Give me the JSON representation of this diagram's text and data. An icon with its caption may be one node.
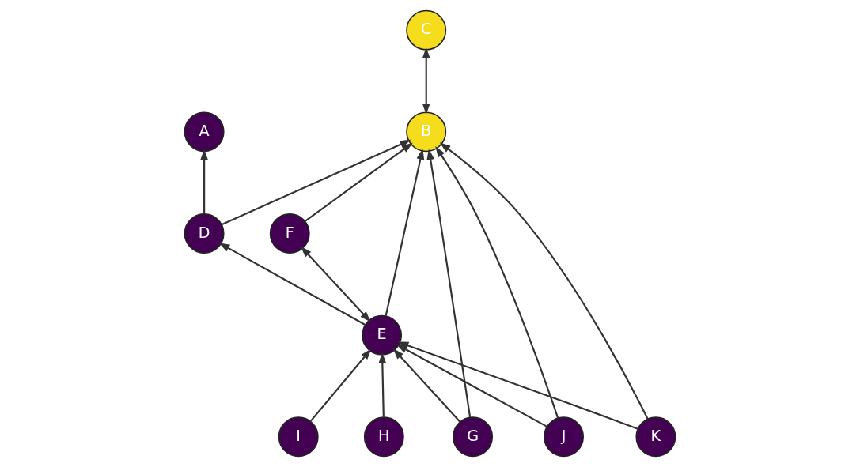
{
  "diagram": {
    "nodes": [
      {
        "text": [
          "A"
        ]
      },
      {
        "text": [
          "B"
        ]
      },
      {
        "text": [
          "C"
        ]
      },
      {
        "text": [
          "D"
        ]
      },
      {
        "text": [
          "E"
        ]
      },
      {
        "text": [
          "F"
        ]
      },
      {
        "text": [
          "G"
        ]
      },
      {
        "text": [
          "H"
        ]
      },
      {
        "text": [
          "I"
        ]
      },
      {
        "text": [
          "J"
        ]
      },
      {
        "text": [
          "K"
        ]
      }
    ],
    "edges": [
      {
        "from": 3,
        "to": 0,
        "arrow": "to"
      },
      {
        "from": 3,
        "to": 1,
        "arrow": "to"
      },
      {
        "from": 1,
        "to": 2,
        "arrow": "both"
      },
      {
        "from": 6,
        "to": 1,
        "arrow": "to"
      },
      {
        "from": 10,
        "to": 1,
        "arrow": "to"
      },
      {
        "from": 9,
        "to": 1,
        "arrow": "to"
      },
      {
        "from": 4,
        "to": 1,
        "arrow": "to"
      },
      {
        "from": 5,
        "to": 1,
        "arrow": "to"
      },
      {
        "from": 4,
        "to": 3,
        "arrow": "to"
      },
      {
        "from": 4,
        "to": 5,
        "arrow": "both"
      },
      {
        "from": 6,
        "to": 4,
        "arrow": "to"
      },
      {
        "from": 10,
        "to": 4,
        "arrow": "to"
      },
      {
        "from": 9,
        "to": 4,
        "arrow": "to"
      },
      {
        "from": 7,
        "to": 4,
        "arrow": "to"
      },
      {
        "from": 8,
        "to": 4,
        "arrow": "to"
      }
    ]
  }
}
